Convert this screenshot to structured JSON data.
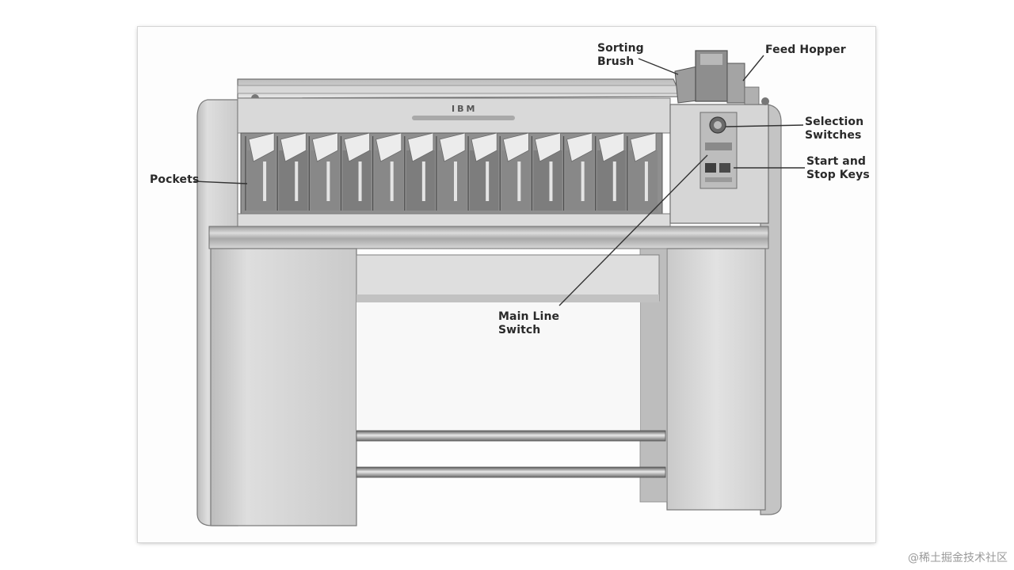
{
  "figure": {
    "labels": {
      "sorting_brush": [
        "Sorting",
        "Brush"
      ],
      "feed_hopper": [
        "Feed Hopper"
      ],
      "selection_switches": [
        "Selection",
        "Switches"
      ],
      "start_stop_keys": [
        "Start and",
        "Stop Keys"
      ],
      "pockets": [
        "Pockets"
      ],
      "main_line_switch": [
        "Main Line",
        "Switch"
      ]
    },
    "nameplate": "IBM",
    "pocket_count": 13
  },
  "watermark": "@稀土掘金技术社区"
}
